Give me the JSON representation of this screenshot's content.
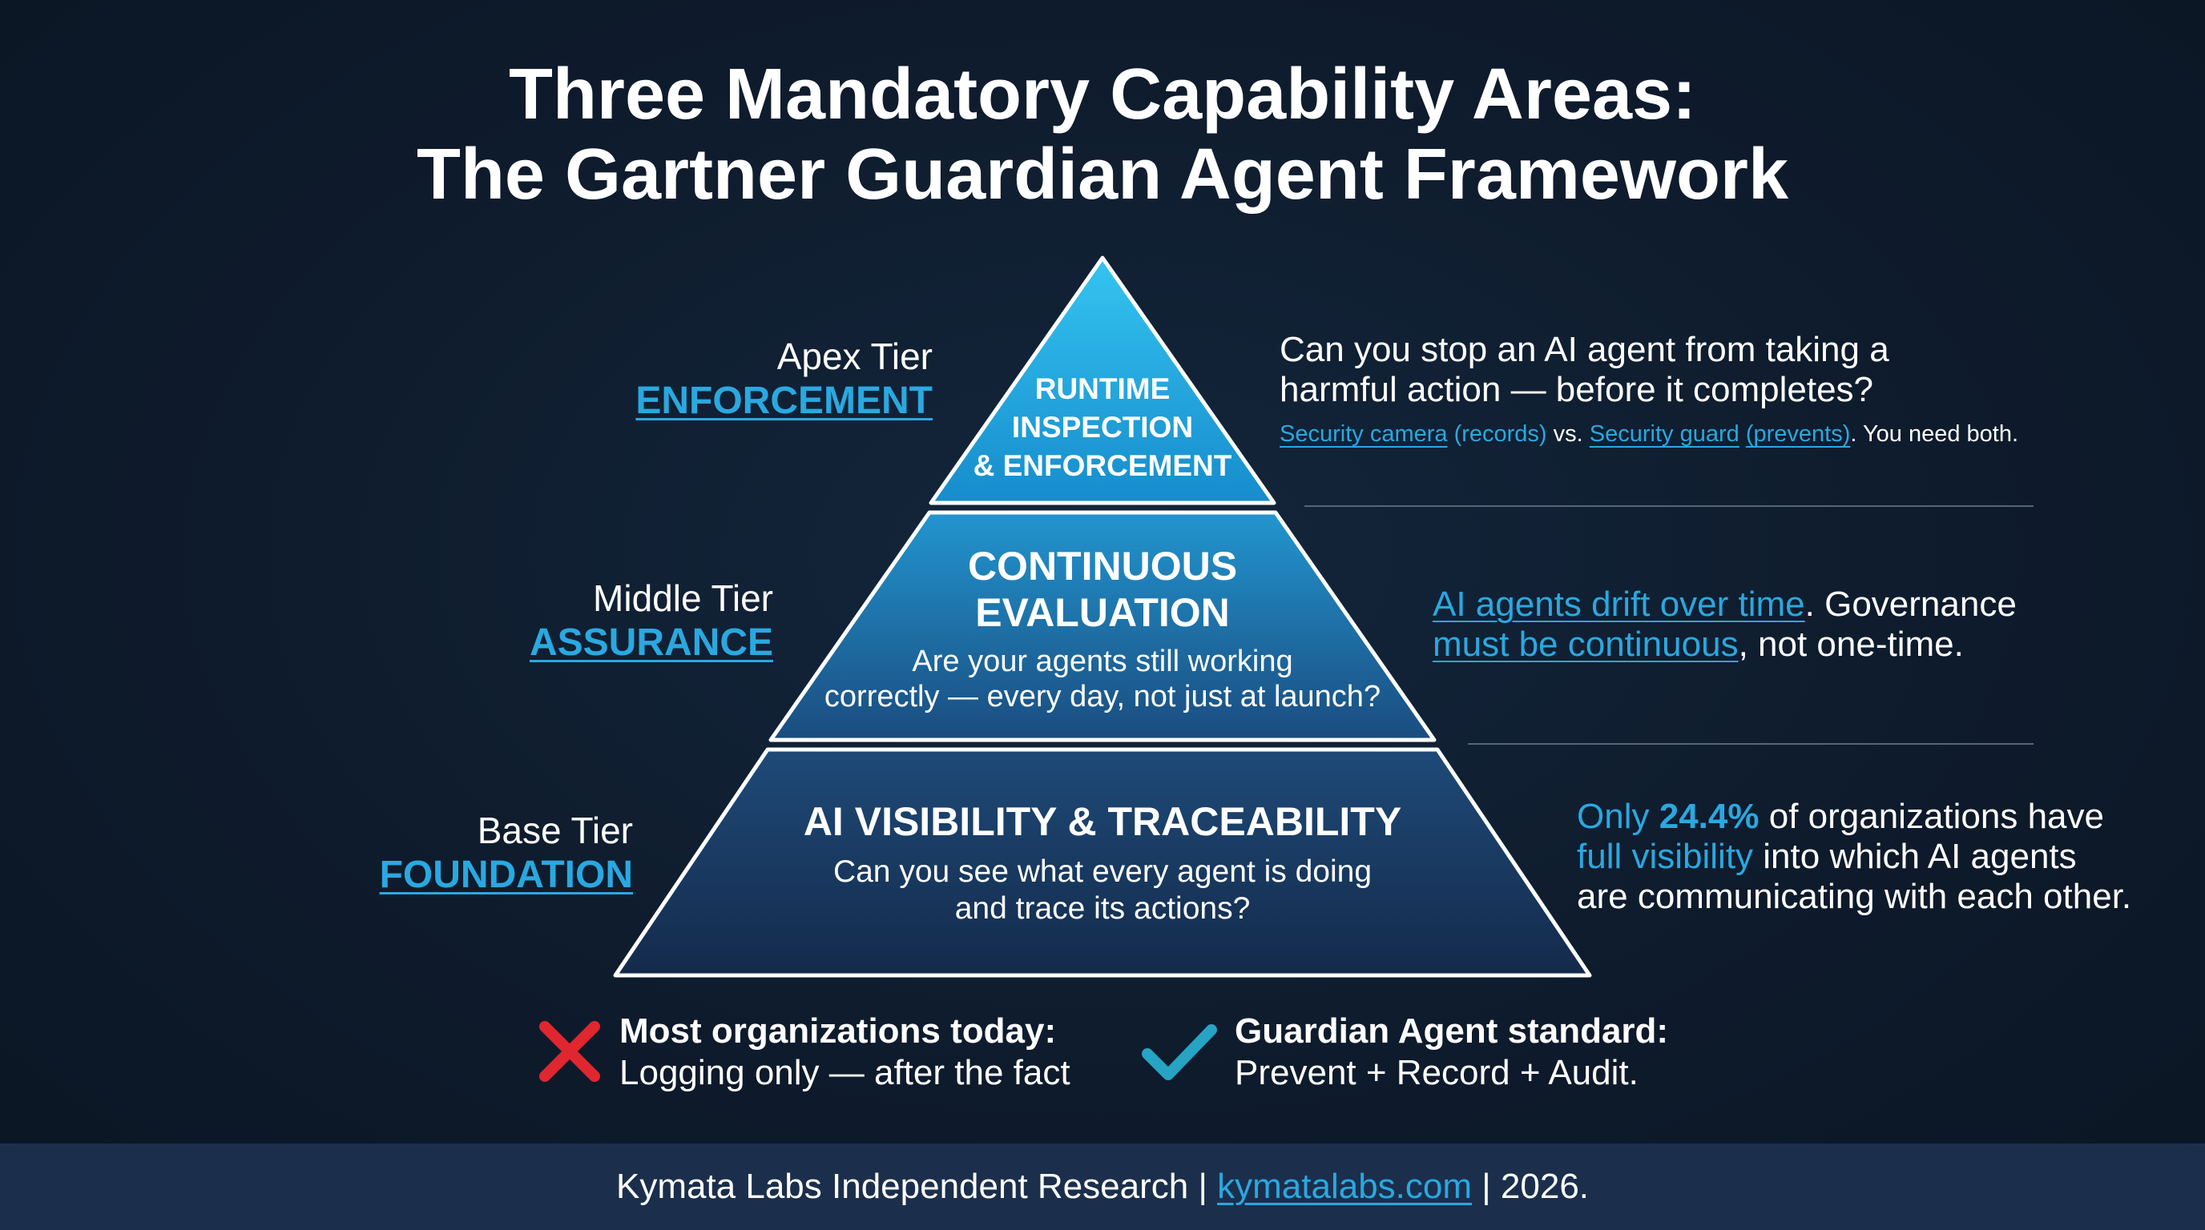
{
  "title": {
    "line1": "Three Mandatory Capability Areas:",
    "line2": "The Gartner Guardian Agent Framework"
  },
  "tiers": {
    "apex": {
      "name": "Apex Tier",
      "category": "ENFORCEMENT",
      "pyramid_line1": "RUNTIME",
      "pyramid_line2": "INSPECTION",
      "pyramid_line3": "& ENFORCEMENT",
      "question_line1": "Can you stop an AI agent from taking a",
      "question_line2": "harmful action — before it completes?",
      "note": {
        "camera": "Security camera",
        "records": "(records)",
        "vs": "vs.",
        "guard": "Security guard",
        "prevents": "(prevents)",
        "tail": ". You need both."
      }
    },
    "middle": {
      "name": "Middle Tier",
      "category": "ASSURANCE",
      "pyramid_line1": "CONTINUOUS",
      "pyramid_line2": "EVALUATION",
      "pyramid_sub1": "Are your agents still working",
      "pyramid_sub2": "correctly — every day, not just at launch?",
      "desc_link1": "AI agents drift over time",
      "desc_text1": ". Governance",
      "desc_link2": "must be continuous",
      "desc_text2": ", not one-time."
    },
    "base": {
      "name": "Base Tier",
      "category": "FOUNDATION",
      "pyramid_title": "AI VISIBILITY & TRACEABILITY",
      "pyramid_sub1": "Can you see what every agent is doing",
      "pyramid_sub2": "and trace its actions?",
      "desc_only": "Only",
      "desc_pct": "24.4%",
      "desc_text1": "of organizations have",
      "desc_full": "full visibility",
      "desc_text2": "into which AI agents",
      "desc_text3": "are communicating with each other."
    }
  },
  "status": {
    "bad": {
      "icon": "cross-icon",
      "heading": "Most organizations today:",
      "body": "Logging only — after the fact"
    },
    "good": {
      "icon": "check-icon",
      "heading": "Guardian Agent standard:",
      "body": "Prevent + Record + Audit."
    }
  },
  "footer": {
    "text1": "Kymata Labs Independent Research",
    "sep1": "|",
    "link": "kymatalabs.com",
    "sep2": "|",
    "year": "2026."
  },
  "colors": {
    "accent": "#2aa8e0",
    "bad": "#e0262e",
    "good": "#27a3c4"
  }
}
